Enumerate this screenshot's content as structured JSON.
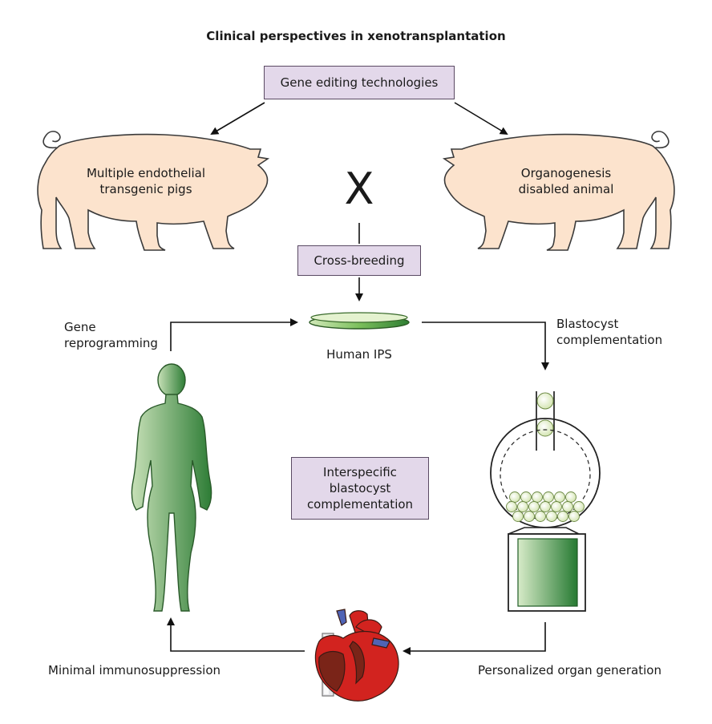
{
  "title": "Clinical perspectives in xenotransplantation",
  "boxes": {
    "gene_editing": "Gene editing technologies",
    "cross_breeding": "Cross-breeding",
    "interspecific": "Interspecific\nblastocyst\ncomplementation"
  },
  "labels": {
    "left_pig": "Multiple endothelial\ntransgenic pigs",
    "right_pig": "Organogenesis\ndisabled animal",
    "cross_symbol": "X",
    "gene_reprogramming": "Gene\nreprogramming",
    "human_ips": "Human IPS",
    "blastocyst_complementation": "Blastocyst\ncomplementation",
    "minimal_immunosuppression": "Minimal immunosuppression",
    "personalized_organ": "Personalized organ generation"
  },
  "colors": {
    "pig_fill": "#fce3cd",
    "pig_stroke": "#3a3a3a",
    "box_fill": "#e3d8ea",
    "green_dark": "#2e7d36",
    "green_light": "#c9e3b8",
    "cell_fill": "#eef5d5",
    "heart_red": "#d2231f",
    "heart_dark": "#7a2418",
    "vessel_blue": "#4f63b5"
  }
}
